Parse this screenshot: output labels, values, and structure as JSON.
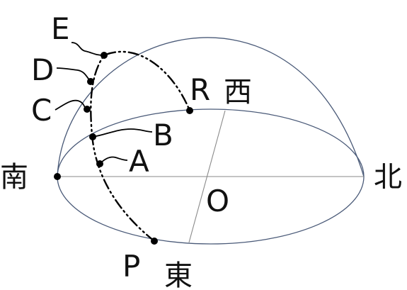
{
  "directions": {
    "south": "南",
    "north": "北",
    "east": "東",
    "west": "西"
  },
  "points": {
    "center": "O",
    "p": "P",
    "r": "R",
    "a": "A",
    "b": "B",
    "c": "C",
    "d": "D",
    "e": "E"
  }
}
